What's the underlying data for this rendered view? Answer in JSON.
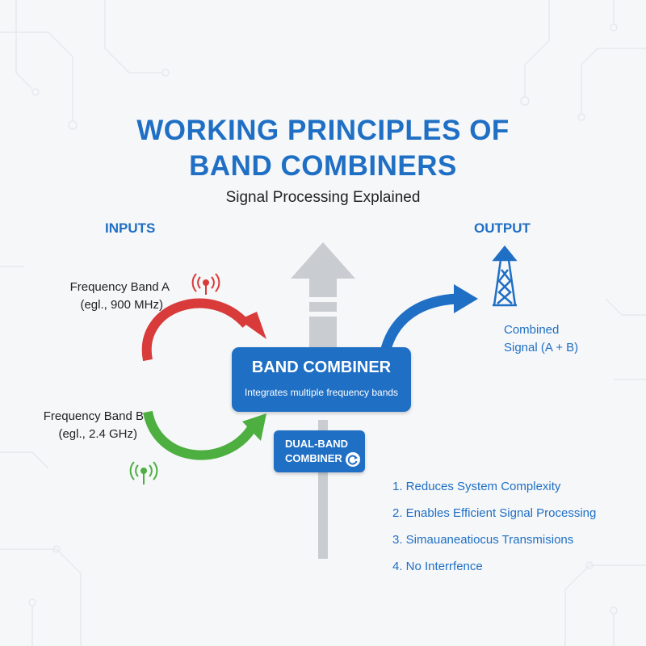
{
  "title_line1": "WORKING PRINCIPLES OF",
  "title_line2": "BAND COMBINERS",
  "subtitle": "Signal Processing Explained",
  "inputs_label": "INPUTS",
  "output_label": "OUTPUT",
  "band_a": {
    "name": "Frequency Band A",
    "example": "(egl., 900 MHz)",
    "color": "#d93a3a"
  },
  "band_b": {
    "name": "Frequency Band B",
    "example": "(egl., 2.4 GHz)",
    "color": "#4caf3f"
  },
  "combiner": {
    "title": "BAND COMBINER",
    "description": "Integrates multiple frequency bands"
  },
  "dual_band": {
    "line1": "DUAL-BAND",
    "line2": "COMBINER"
  },
  "output": {
    "line1": "Combined",
    "line2": "Signal (A + B)"
  },
  "benefits": [
    "1.  Reduces System Complexity",
    "2.  Enables Efficient Signal Processing",
    "3.  Simauaneatiocus Transmisions",
    "4.  No Interrfence"
  ],
  "colors": {
    "accent": "#1f6fc4",
    "band_a": "#d93a3a",
    "band_b": "#4caf3f",
    "shaft": "#c9ccd1"
  },
  "icons": [
    "antenna-red-icon",
    "antenna-green-icon",
    "transmission-tower-icon",
    "refresh-icon"
  ]
}
